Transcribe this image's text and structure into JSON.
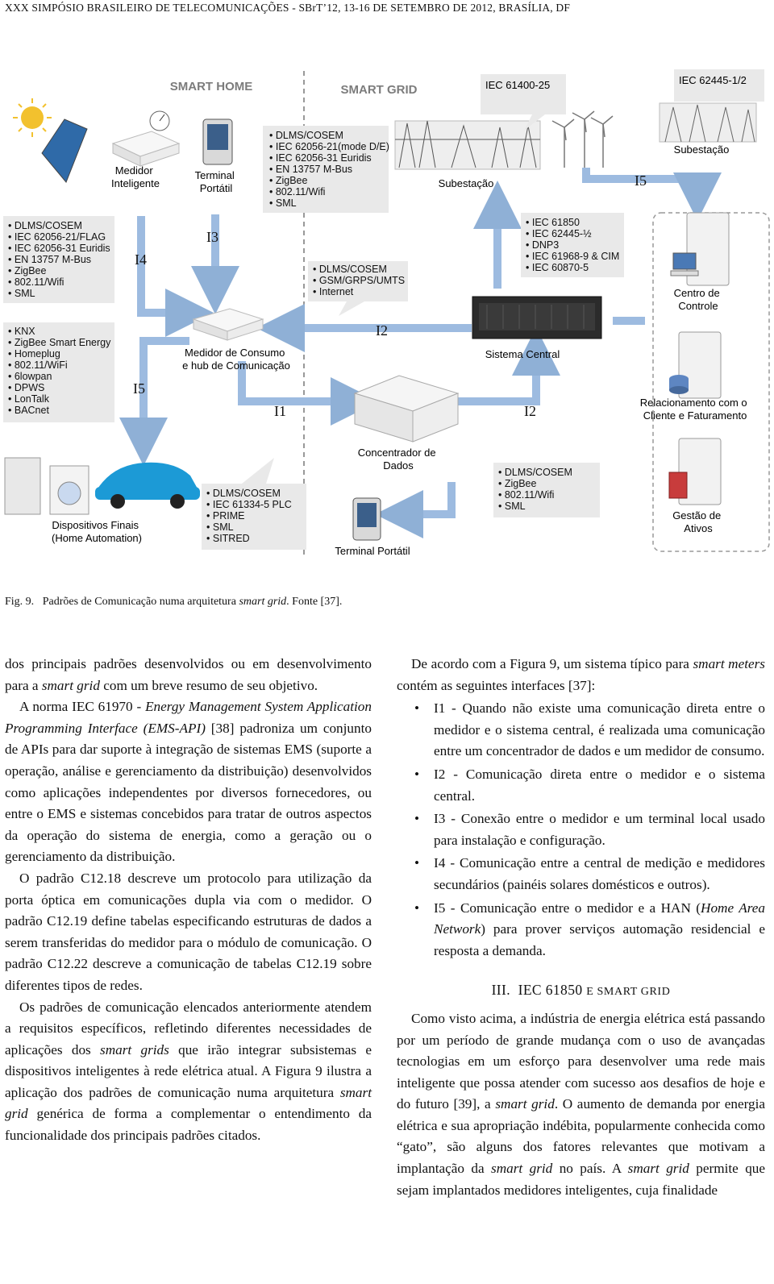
{
  "header": "XXX SIMPÓSIO BRASILEIRO DE TELECOMUNICAÇÕES - SBrT’12, 13-16 DE SETEMBRO DE 2012, BRASÍLIA, DF",
  "figure": {
    "section_labels": {
      "home": "SMART HOME",
      "grid": "SMART GRID"
    },
    "nodes": {
      "medidor_inteligente": [
        "Medidor",
        "Inteligente"
      ],
      "terminal_portatil_top": [
        "Terminal",
        "Portátil"
      ],
      "subestacao_mid": "Subestação",
      "subestacao_right": "Subestação",
      "centro_controle": [
        "Centro de",
        "Controle"
      ],
      "medidor_consumo": [
        "Medidor de Consumo",
        "e hub de Comunicação"
      ],
      "sistema_central": "Sistema Central",
      "relacionamento": [
        "Relacionamento com o",
        "Cliente e Faturamento"
      ],
      "concentrador": [
        "Concentrador de",
        "Dados"
      ],
      "dispositivos": [
        "Dispositivos Finais",
        "(Home Automation)"
      ],
      "gestao": [
        "Gestão de",
        "Ativos"
      ],
      "terminal_portatil_bottom": "Terminal Portátil"
    },
    "interfaces": {
      "i1": "I1",
      "i2a": "I2",
      "i2b": "I2",
      "i3": "I3",
      "i4": "I4",
      "i5a": "I5",
      "i5b": "I5"
    },
    "callouts": {
      "iec61400": "IEC 61400-25",
      "iec62445": "IEC 62445-1/2",
      "box_top": [
        "DLMS/COSEM",
        "IEC 62056-21(mode D/E)",
        "IEC 62056-31 Euridis",
        "EN 13757 M-Bus",
        "ZigBee",
        "802.11/Wifi",
        "SML"
      ],
      "box_left1": [
        "DLMS/COSEM",
        "IEC 62056-21/FLAG",
        "IEC 62056-31 Euridis",
        "EN 13757 M-Bus",
        "ZigBee",
        "802.11/Wifi",
        "SML"
      ],
      "box_mid": [
        "DLMS/COSEM",
        "GSM/GRPS/UMTS",
        "Internet"
      ],
      "box_iec": [
        "IEC 61850",
        "IEC 62445-½",
        "DNP3",
        "IEC 61968-9 & CIM",
        "IEC 60870-5"
      ],
      "box_left2": [
        "KNX",
        "ZigBee Smart Energy",
        "Homeplug",
        "802.11/WiFi",
        "6lowpan",
        "DPWS",
        "LonTalk",
        "BACnet"
      ],
      "box_plc": [
        "DLMS/COSEM",
        "IEC 61334-5 PLC",
        "PRIME",
        "SML",
        "SITRED"
      ],
      "box_right": [
        "DLMS/COSEM",
        "ZigBee",
        "802.11/Wifi",
        "SML"
      ]
    }
  },
  "caption": {
    "label": "Fig. 9.",
    "text_before": "Padrões de Comunicação numa arquitetura ",
    "italic": "smart grid",
    "text_after": ". Fonte [37]."
  },
  "left_column": {
    "p0": {
      "a": "dos principais padrões desenvolvidos ou em desenvolvimento para a ",
      "i": "smart grid",
      "b": " com um breve resumo de seu objetivo."
    },
    "p1": {
      "a": "A norma IEC 61970 - ",
      "i": "Energy Management System Application Programming Interface (EMS-API)",
      "b": " [38] padroniza um conjunto de APIs para dar suporte à integração de sistemas EMS (suporte a operação, análise e gerenciamento da distribuição) desenvolvidos como aplicações independentes por diversos fornecedores, ou entre o EMS e sistemas concebidos para tratar de outros aspectos da operação do sistema de energia, como a geração ou o gerenciamento da distribuição."
    },
    "p2": "O padrão C12.18 descreve um protocolo para utilização da porta óptica em comunicações dupla via com o medidor. O padrão C12.19 define tabelas especificando estruturas de dados a serem transferidas do medidor para o módulo de comunicação. O padrão C12.22 descreve a comunicação de tabelas C12.19 sobre diferentes tipos de redes.",
    "p3": {
      "a": "Os padrões de comunicação elencados anteriormente atendem a requisitos específicos, refletindo diferentes necessidades de aplicações dos ",
      "i1": "smart grids",
      "b": " que irão integrar subsistemas e dispositivos inteligentes à rede elétrica atual. A Figura 9 ilustra a aplicação dos padrões de comunicação numa arquitetura ",
      "i2": "smart grid",
      "c": " genérica de forma a complementar o entendimento da funcionalidade dos principais padrões citados."
    }
  },
  "right_column": {
    "intro": {
      "a": "De acordo com a Figura 9, um sistema típico para ",
      "i": "smart meters",
      "b": " contém as seguintes interfaces [37]:"
    },
    "bullets": [
      "I1 - Quando não existe uma comunicação direta entre o medidor e o sistema central, é realizada uma comunicação entre um concentrador de dados e um medidor de consumo.",
      "I2 - Comunicação direta entre o medidor e o sistema central.",
      "I3 - Conexão entre o medidor e um terminal local usado para instalação e configuração.",
      "I4 - Comunicação entre a central de medição e medidores secundários (painéis solares domésticos e outros)."
    ],
    "bullet5": {
      "a": "I5 - Comunicação entre o medidor e a HAN (",
      "i": "Home Area Network",
      "b": ") para prover serviços automação residencial e resposta a demanda."
    },
    "bullet_symbol": "•",
    "section": {
      "number": "III.",
      "title_main": "IEC 61850",
      "title_small": "E SMART GRID"
    },
    "p_section": {
      "a": "Como visto acima, a indústria de energia elétrica está passando por um período de grande mudança com o uso de avançadas tecnologias em um esforço para desenvolver uma rede mais inteligente que possa atender com sucesso aos desafios de hoje e do futuro [39], a ",
      "i1": "smart grid",
      "b": ". O aumento de demanda por energia elétrica e sua apropriação indébita, popularmente conhecida como “gato”, são alguns dos fatores relevantes que motivam a implantação da ",
      "i2": "smart grid",
      "c": " no país. A ",
      "i3": "smart grid",
      "d": " permite que sejam implantados medidores inteligentes, cuja finalidade"
    }
  }
}
